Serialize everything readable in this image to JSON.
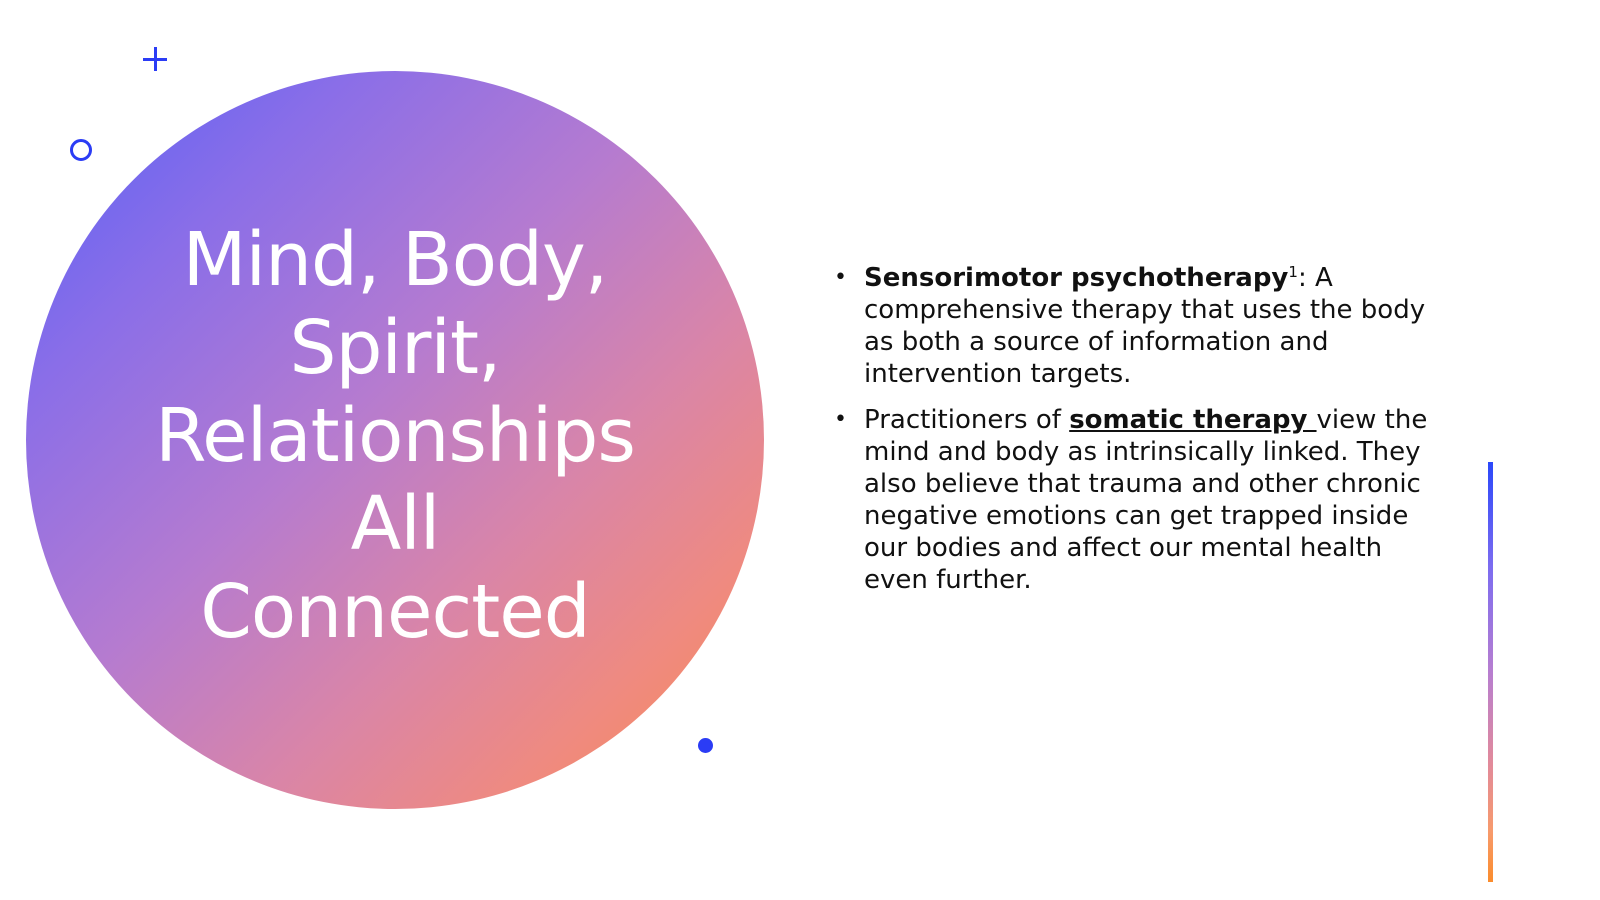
{
  "slide": {
    "title_lines": [
      "Mind, Body,",
      "Spirit,",
      "Relationships",
      "All",
      "Connected"
    ],
    "bullets": [
      {
        "term": "Sensorimotor psychotherapy",
        "superscript": "1",
        "after_term": ": A comprehensive therapy that uses the body as both a source of information and intervention targets."
      },
      {
        "before_link": "Practitioners of ",
        "link_text": "somatic therapy ",
        "after_link": "view the mind and body as intrinsically linked. They also believe that trauma and other chronic negative emotions can get trapped inside our bodies and affect our mental health even further."
      }
    ],
    "bullet_char": "•"
  },
  "colors": {
    "accent_blue": "#2b3cf5",
    "gradient_start": "#5460f6",
    "gradient_mid": "#b57bd0",
    "gradient_end": "#fa8d4c",
    "text": "#111111",
    "background": "#ffffff"
  },
  "decorations": {
    "plus": "plus-icon",
    "ring": "ring-icon",
    "dot": "dot-icon",
    "line": "gradient-vertical-line"
  }
}
